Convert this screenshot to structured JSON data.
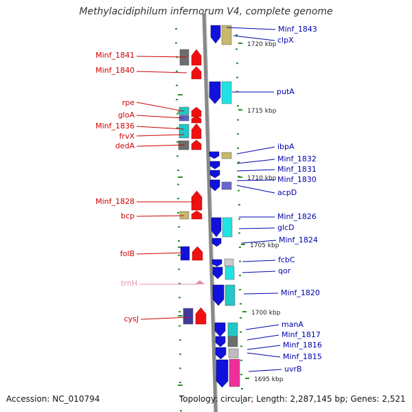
{
  "title": "Methylacidiphilum infernorum V4, complete genome",
  "accession": "Accession: NC_010794",
  "stats": "Topology: circular; Length: 2,287,145 bp; Genes: 2,521",
  "colors": {
    "forward_label": "#cc0000",
    "reverse_label": "#0000aa",
    "trna_label": "#e38fb5",
    "forward_gene": "#ee1111",
    "reverse_gene": "#1111dd",
    "trna_gene": "#e38fb5",
    "backbone": "#888888",
    "tick": "#2a8a2a"
  },
  "kbp_markers": [
    "1720 kbp",
    "1715 kbp",
    "1710 kbp",
    "1705 kbp",
    "1700 kbp",
    "1695 kbp"
  ],
  "forward_labels": [
    "Minf_1841",
    "Minf_1840",
    "rpe",
    "gloA",
    "Minf_1836",
    "frvX",
    "dedA",
    "Minf_1828",
    "bcp",
    "folB",
    "trnH",
    "cysJ"
  ],
  "reverse_labels": [
    "Minf_1843",
    "clpX",
    "putA",
    "ibpA",
    "Minf_1832",
    "Minf_1831",
    "Minf_1830",
    "acpD",
    "Minf_1826",
    "glcD",
    "Minf_1824",
    "fcbC",
    "qor",
    "Minf_1820",
    "manA",
    "Minf_1817",
    "Minf_1816",
    "Minf_1815",
    "uvrB"
  ]
}
